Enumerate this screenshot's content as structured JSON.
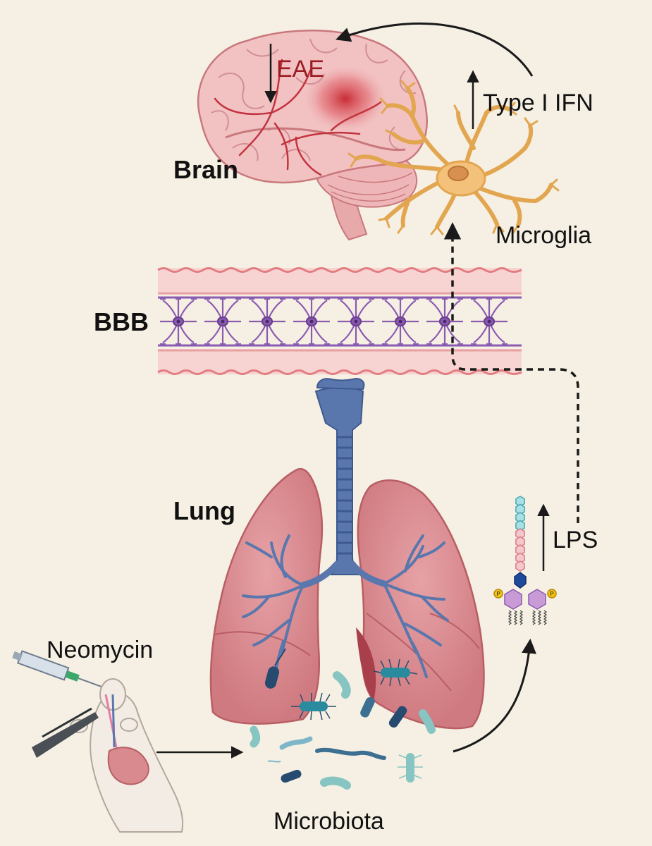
{
  "labels": {
    "brain": "Brain",
    "eae": "EAE",
    "type_i_ifn": "Type I IFN",
    "microglia": "Microglia",
    "bbb": "BBB",
    "lung": "Lung",
    "lps": "LPS",
    "neomycin": "Neomycin",
    "microbiota": "Microbiota",
    "phosphate_mark": "P"
  },
  "colors": {
    "background": "#f5f0e3",
    "eae_text": "#9b1c22",
    "brain": "#f2c2c3",
    "microglia": "#f4c17a",
    "bbb_wall": "#f7d3d2",
    "astrocyte": "#8b5ab1",
    "trachea": "#5a77ad",
    "lung": "#d88a8f"
  }
}
